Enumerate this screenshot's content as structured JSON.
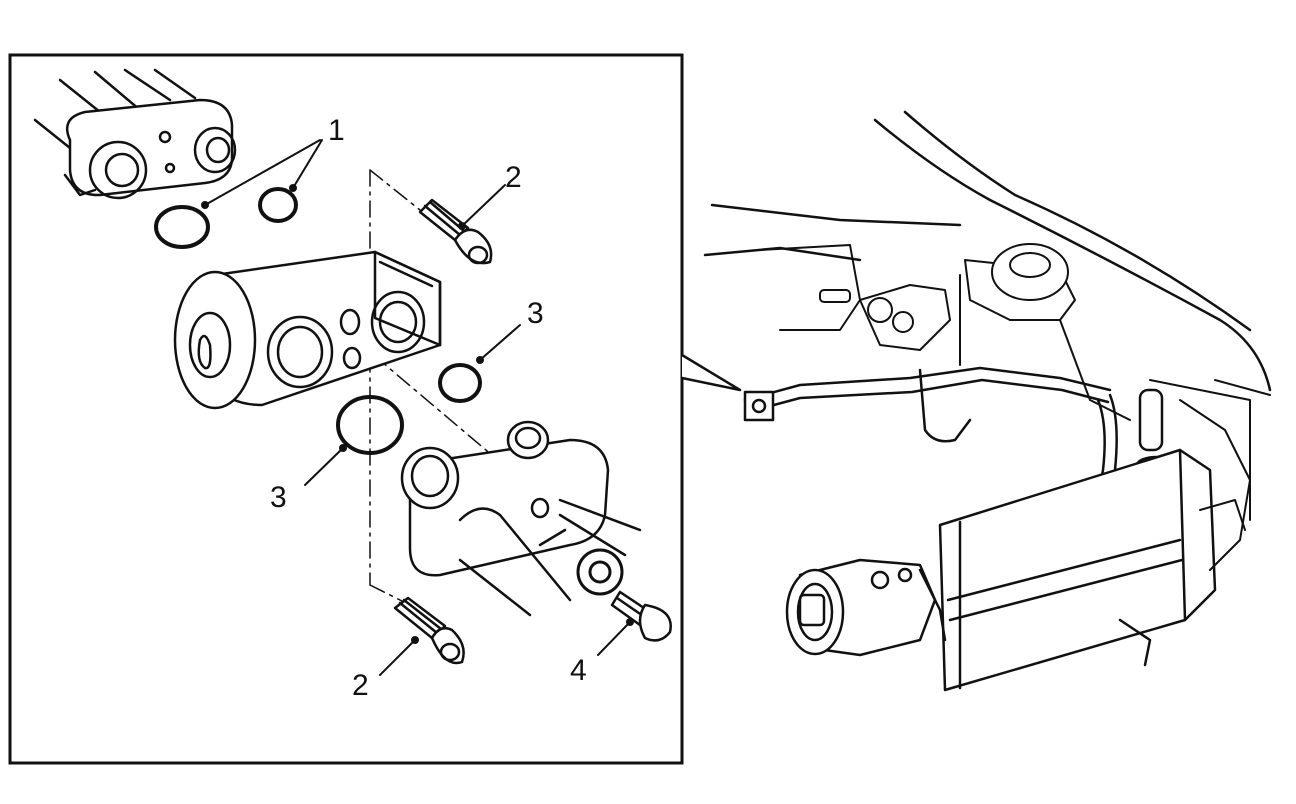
{
  "callouts": {
    "c1": "1",
    "c2a": "2",
    "c2b": "2",
    "c3a": "3",
    "c3b": "3",
    "c4": "4"
  },
  "colors": {
    "ink": "#111111",
    "paper": "#ffffff"
  }
}
